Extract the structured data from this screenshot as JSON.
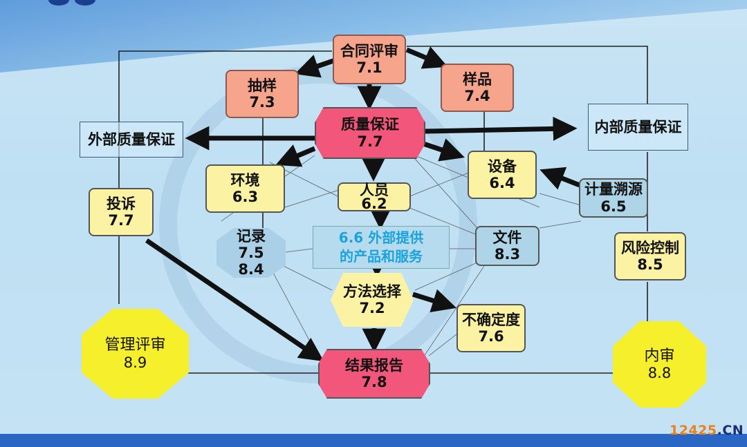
{
  "nodes": {
    "contract_review": {
      "title": "合同评审",
      "code": "7.1"
    },
    "sampling": {
      "title": "抽样",
      "code": "7.3"
    },
    "sample": {
      "title": "样品",
      "code": "7.4"
    },
    "quality_assurance": {
      "title": "质量保证",
      "code": "7.7"
    },
    "external_qa": {
      "title": "外部质量保证"
    },
    "internal_qa": {
      "title": "内部质量保证"
    },
    "environment": {
      "title": "环境",
      "code": "6.3"
    },
    "personnel": {
      "title": "人员",
      "code": "6.2"
    },
    "equipment": {
      "title": "设备",
      "code": "6.4"
    },
    "traceability": {
      "title": "计量溯源",
      "code": "6.5"
    },
    "complaints": {
      "title": "投诉",
      "code": "7.7"
    },
    "records": {
      "title": "记录",
      "code": "7.5",
      "code2": "8.4"
    },
    "external_supply": {
      "line1": "6.6 外部提供",
      "line2": "的产品和服务"
    },
    "documents": {
      "title": "文件",
      "code": "8.3"
    },
    "risk_control": {
      "title": "风险控制",
      "code": "8.5"
    },
    "method_selection": {
      "title": "方法选择",
      "code": "7.2"
    },
    "uncertainty": {
      "title": "不确定度",
      "code": "7.6"
    },
    "management_review": {
      "title": "管理评审",
      "code": "8.9"
    },
    "result_report": {
      "title": "结果报告",
      "code": "7.8"
    },
    "internal_audit": {
      "title": "内审",
      "code": "8.8"
    }
  },
  "watermark": {
    "brand": "12425",
    "suffix": ".CN"
  },
  "colors": {
    "salmon": "#f6a48c",
    "yellow": "#fbf3a3",
    "pink": "#f2577b",
    "blue": "#aed4e8",
    "octagon_yellow": "#f6ef2c",
    "supplier_text": "#1aa3dc",
    "bottom_bar": "#2a66c4"
  }
}
